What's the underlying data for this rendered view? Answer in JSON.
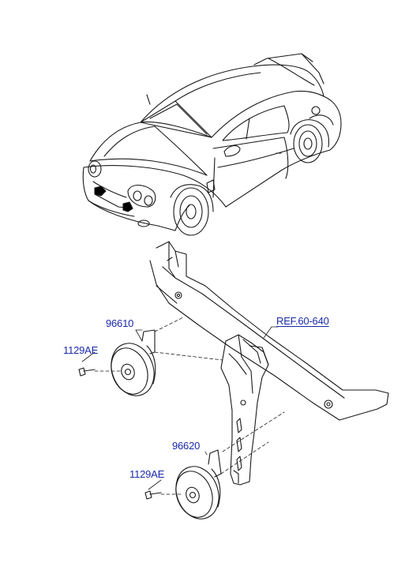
{
  "parts": {
    "horn_high": {
      "part_no": "96610"
    },
    "horn_low": {
      "part_no": "96620"
    },
    "bolt_upper": {
      "part_no": "1129AE"
    },
    "bolt_lower": {
      "part_no": "1129AE"
    },
    "reference": {
      "text": "REF.60-640"
    }
  },
  "colors": {
    "line": "#1a1a1a",
    "label": "#1a2aa8",
    "horn_marker": "#000000"
  }
}
